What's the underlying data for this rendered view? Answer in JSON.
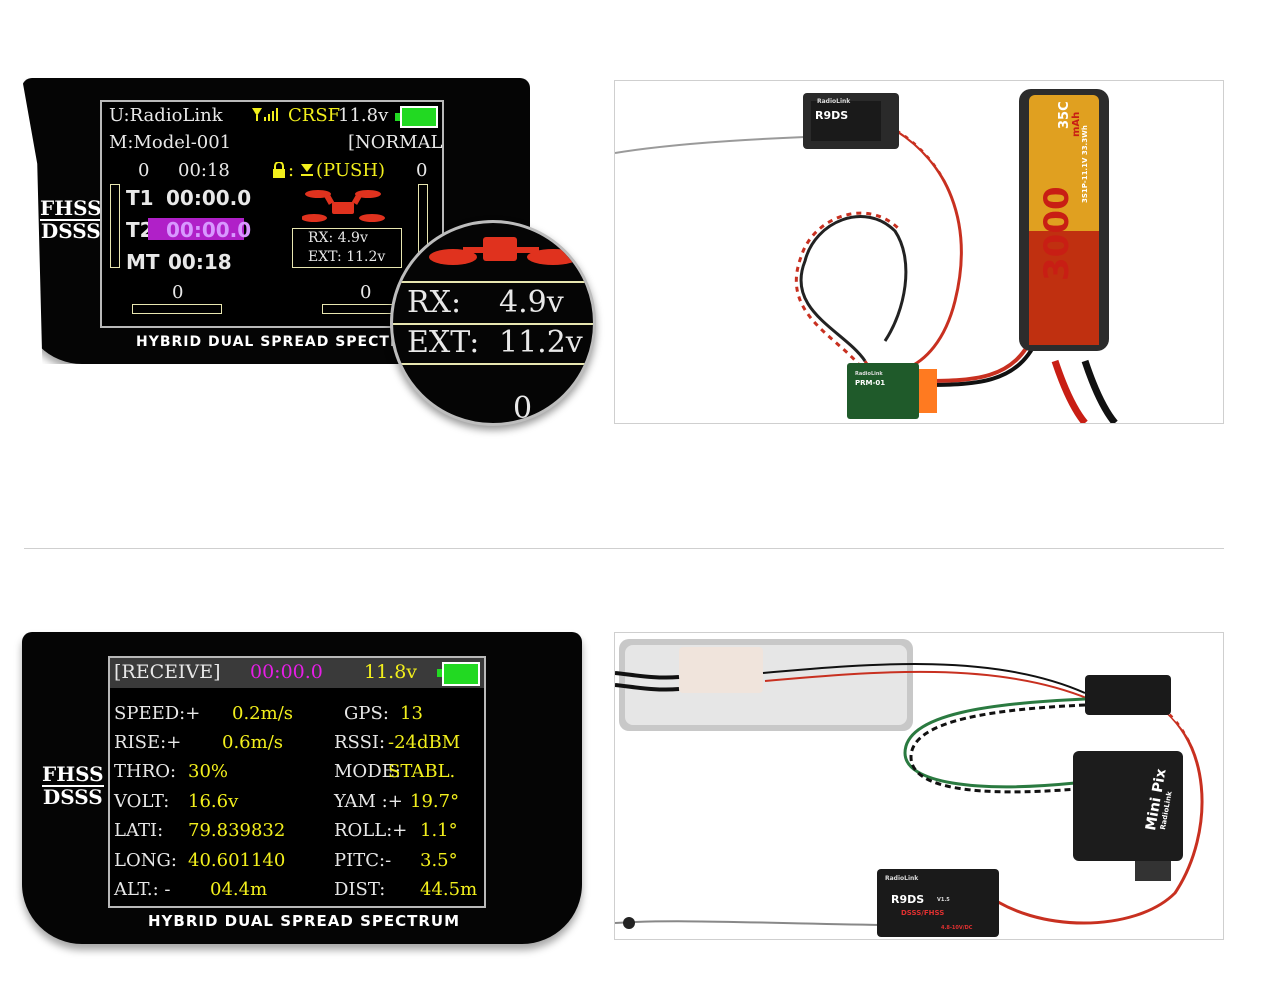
{
  "panel1": {
    "brand_top": "FHSS",
    "brand_bottom": "DSSS",
    "tagline": "HYBRID DUAL SPREAD SPECTR",
    "user": "U:RadioLink",
    "protocol": "CRSF",
    "voltage": "11.8v",
    "model": "M:Model-001",
    "mode": "[NORMAL]",
    "left_num": "0",
    "time_small": "00:18",
    "push": ":",
    "push_label": "(PUSH)",
    "right_num": "0",
    "t1_label": "T1",
    "t1_time": "00:00.0",
    "t2_label": "T2",
    "t2_time": "00:00.0",
    "mt_label": "MT",
    "mt_time": "00:18",
    "rx_line": "RX:  4.9v",
    "ext_line": "EXT: 11.2v",
    "trim_left": "0",
    "trim_right": "0",
    "zoom_rx_label": "RX:",
    "zoom_rx_value": "4.9v",
    "zoom_ext_label": "EXT:",
    "zoom_ext_value": "11.2v",
    "zoom_bottom": "0"
  },
  "panel2": {
    "brand_top": "FHSS",
    "brand_bottom": "DSSS",
    "tagline": "HYBRID DUAL SPREAD SPECTRUM",
    "receive": "[RECEIVE]",
    "timer": "00:00.0",
    "voltage": "11.8v",
    "rows_left": [
      {
        "label": "SPEED:+",
        "value": "0.2m/s"
      },
      {
        "label": "RISE:+",
        "value": "0.6m/s"
      },
      {
        "label": "THRO:",
        "value": "30%"
      },
      {
        "label": "VOLT:",
        "value": "16.6v"
      },
      {
        "label": "LATI:",
        "value": "79.839832"
      },
      {
        "label": "LONG:",
        "value": "40.601140"
      },
      {
        "label": "ALT.: -",
        "value": "04.4m"
      }
    ],
    "rows_right": [
      {
        "label": "GPS:",
        "value": "13"
      },
      {
        "label": "RSSI:",
        "value": "-24dBM"
      },
      {
        "label": "MODE:",
        "value": "STABL."
      },
      {
        "label": "YAM :+",
        "value": "19.7°"
      },
      {
        "label": "ROLL:+",
        "value": "1.1°"
      },
      {
        "label": "PITC:-",
        "value": "3.5°"
      },
      {
        "label": "DIST:",
        "value": "44.5m"
      }
    ]
  },
  "photo1": {
    "receiver_brand": "RadioLink",
    "receiver_model": "R9DS",
    "battery_capacity": "3000",
    "battery_unit": "mAh",
    "battery_rate": "35C",
    "battery_spec": "3S1P-11.1V 33.3Wh",
    "module_brand": "RadioLink",
    "module_model": "PRM-01"
  },
  "photo2": {
    "fc_brand": "RadioLink",
    "fc_model": "Mini Pix",
    "receiver_brand": "RadioLink",
    "receiver_model": "R9DS",
    "receiver_sub": "DSSS/FHSS",
    "receiver_volt": "4.8-10V/DC",
    "receiver_ver": "V1.5"
  },
  "colors": {
    "screen_yellow": "#f2ef1c",
    "screen_magenta": "#e61ee6",
    "battery_green": "#22d922",
    "drone_red": "#e0321e"
  }
}
